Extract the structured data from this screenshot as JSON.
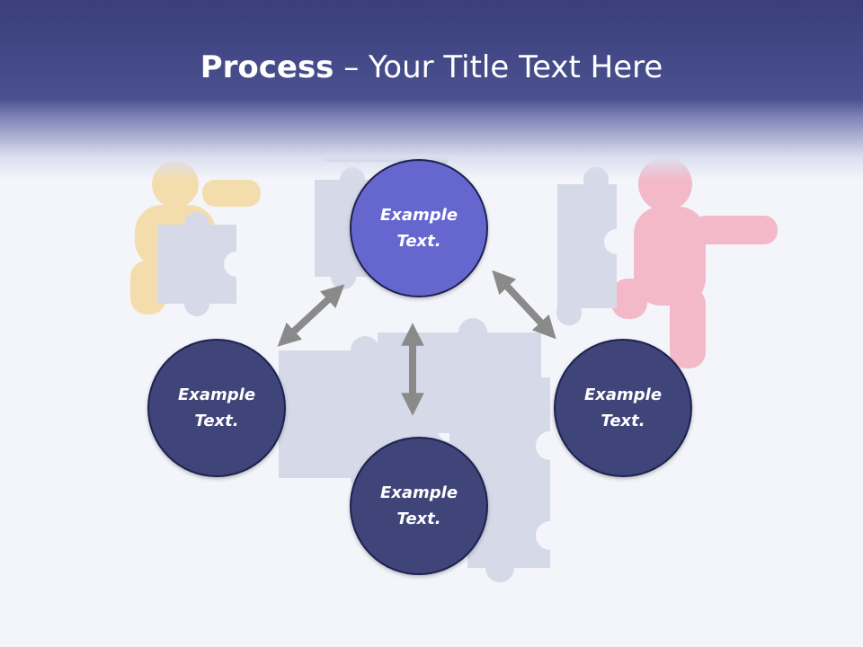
{
  "slide": {
    "title_bold": "Process",
    "title_rest": " – Your Title Text Here"
  },
  "nodes": {
    "top": "Example\nText.",
    "left": "Example\nText.",
    "right": "Example\nText.",
    "bottom": "Example\nText."
  },
  "colors": {
    "header": "#4a5190",
    "node_highlight": "#6567cf",
    "node_default": "#3f4479",
    "arrow": "#8a8a8a"
  }
}
